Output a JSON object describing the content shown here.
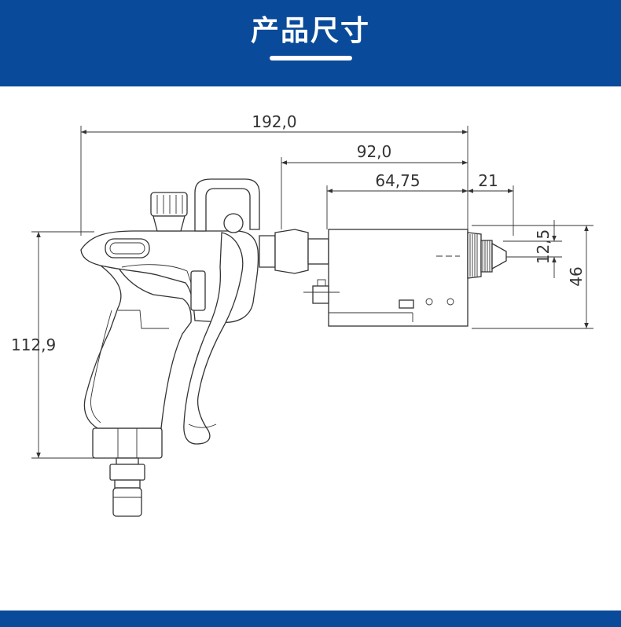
{
  "header": {
    "title": "产品尺寸",
    "bg_color": "#0a4a9a",
    "text_color": "#ffffff"
  },
  "dimensions": {
    "total_length": "192,0",
    "head_to_tip": "92,0",
    "body_length": "64,75",
    "nozzle_length": "21",
    "total_height": "112,9",
    "nozzle_diameter": "12,5",
    "body_height": "46"
  },
  "footer": {
    "bg_color": "#0a4a9a"
  }
}
